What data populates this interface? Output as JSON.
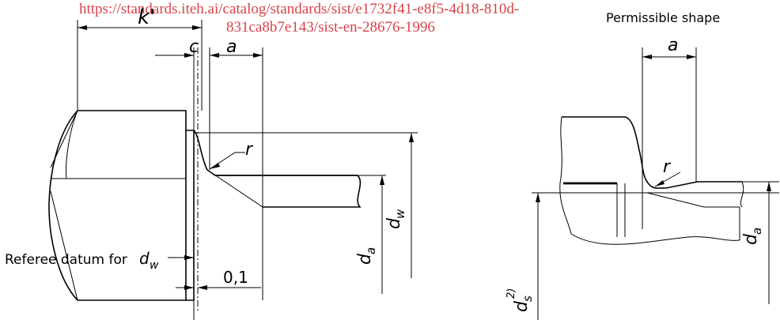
{
  "watermark": {
    "line1": "https://standards.iteh.ai/catalog/standards/sist/e1732f41-e8f5-4d18-810d-",
    "line2": "831ca8b7e143/sist-en-28676-1996"
  },
  "right_figure": {
    "title": "Permissible shape",
    "dim_a": "a",
    "dim_r": "r",
    "dim_da": "d",
    "dim_da_sub": "a",
    "dim_ds": "d",
    "dim_ds_sub": "s",
    "dim_ds_sup": "2)"
  },
  "left_figure": {
    "dim_k": "k'",
    "dim_c": "c",
    "dim_a": "a",
    "dim_r": "r",
    "dim_da": "d",
    "dim_da_sub": "a",
    "dim_dw": "d",
    "dim_dw_sub": "w",
    "referee_text": "Referee datum for",
    "referee_d": "d",
    "referee_sub": "w",
    "tolerance": "0,1"
  }
}
